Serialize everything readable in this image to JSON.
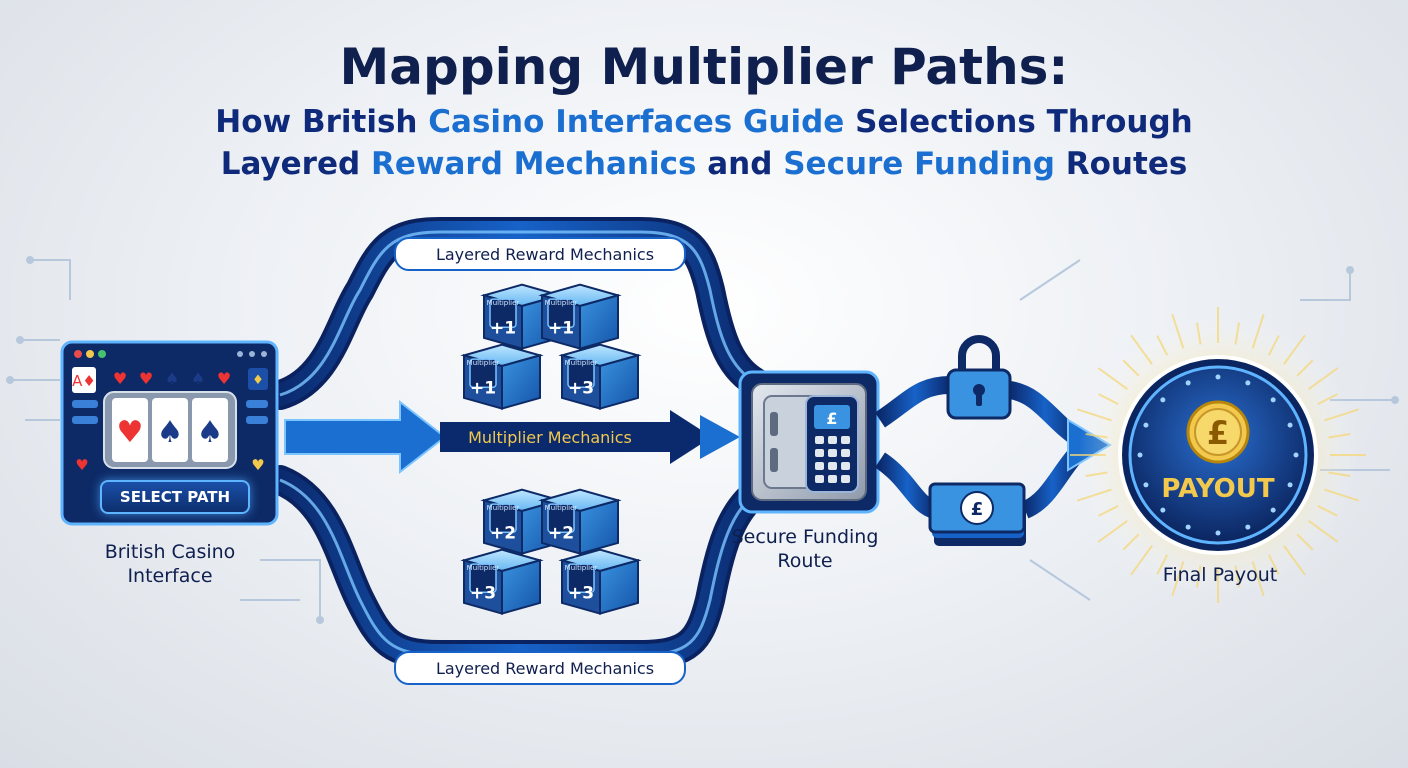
{
  "title": {
    "line1": "Mapping Multiplier Paths:",
    "line2_a": "How British ",
    "line2_b": "Casino Interfaces Guide",
    "line2_c": " Selections Through",
    "line3_a": "Layered ",
    "line3_b": "Reward Mechanics",
    "line3_c": " and ",
    "line3_d": "Secure Funding",
    "line3_e": " Routes"
  },
  "interface": {
    "label": "British Casino Interface",
    "button": "SELECT PATH"
  },
  "paths": {
    "top": "Layered Reward Mechanics",
    "middle": "Multiplier Mechanics",
    "bottom": "Layered Reward Mechanics"
  },
  "cubes_top": {
    "face_text": "Multiplier",
    "values": [
      "+1",
      "+1",
      "+1",
      "+3"
    ]
  },
  "cubes_bottom": {
    "face_text": "Multiplier",
    "values": [
      "+2",
      "+2",
      "+3",
      "+3"
    ]
  },
  "funding": {
    "label": "Secure Funding Route",
    "symbol": "£"
  },
  "banknote": {
    "symbol": "£"
  },
  "payout": {
    "coin_symbol": "£",
    "text": "PAYOUT",
    "label": "Final Payout"
  },
  "colors": {
    "navy": "#0f1f4e",
    "blue": "#1b6fd0",
    "gold": "#f2c94c",
    "glow": "#5fb4ff"
  }
}
